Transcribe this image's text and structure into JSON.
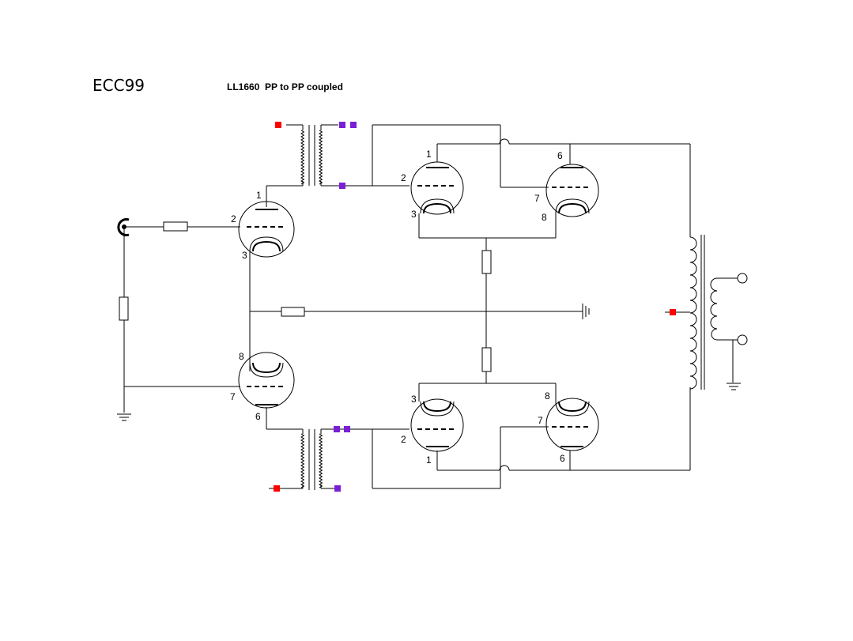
{
  "title": "ECC99",
  "subtitle": "LL1660  PP to PP coupled",
  "pin_labels": {
    "v1_anode": "1",
    "v1_grid": "2",
    "v1_cathode": "3",
    "v2_cathode": "8",
    "v2_grid": "7",
    "v2_anode": "6",
    "v3_anode": "1",
    "v3_grid": "2",
    "v3_cathode": "3",
    "v4_anode": "6",
    "v4_grid": "7",
    "v4_cathode": "8",
    "v5_cathode": "3",
    "v5_grid": "2",
    "v5_anode": "1",
    "v6_cathode": "8",
    "v6_grid": "7",
    "v6_anode": "6"
  },
  "colors": {
    "wire": "#000000",
    "marker_red": "#ff0000",
    "marker_purple": "#7a1fd6"
  }
}
